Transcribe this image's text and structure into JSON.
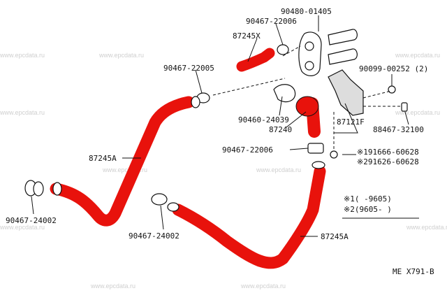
{
  "watermark": "www.epcdata.ru",
  "diagram_code": "ME X791-B",
  "colors": {
    "hose": "#e8120c",
    "line": "#111111",
    "watermark": "#cfcfcf"
  },
  "labels": {
    "p90480_01405": "90480-01405",
    "p90467_22006_top": "90467-22006",
    "p87245X": "87245X",
    "p90467_22005": "90467-22005",
    "p90099_00252": "90099-00252 (2)",
    "p90460_24039": "90460-24039",
    "p87240": "87240",
    "p87121F": "87121F",
    "p88467_32100": "88467-32100",
    "p90467_22006_mid": "90467-22006",
    "p191666": "※191666-60628",
    "p291626": "※291626-60628",
    "p87245A_left": "87245A",
    "p90467_24002_left": "90467-24002",
    "p90467_24002_mid": "90467-24002",
    "p87245A_right": "87245A"
  },
  "legend": {
    "row1": "※1(      -9605)",
    "row2": "※2(9605-      )"
  }
}
